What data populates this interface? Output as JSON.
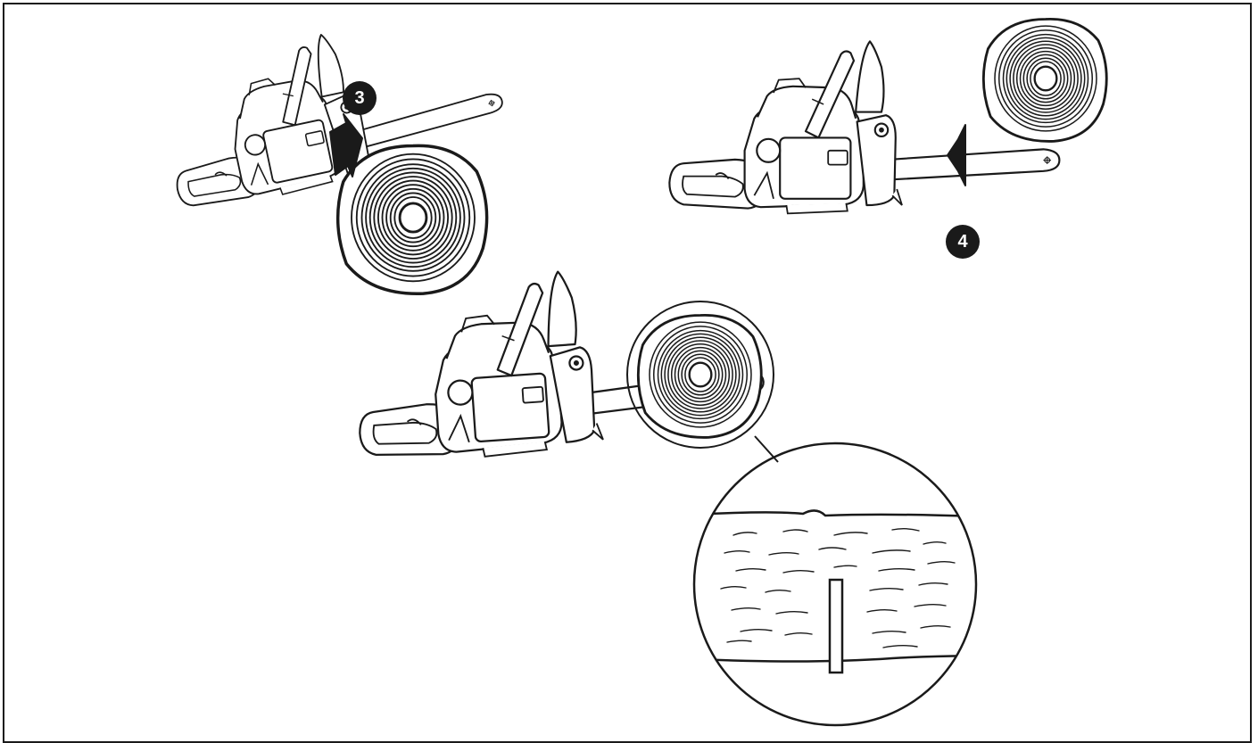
{
  "steps": [
    {
      "number": "3"
    },
    {
      "number": "4"
    }
  ],
  "colors": {
    "ink": "#1a1a1a",
    "paper": "#ffffff"
  },
  "icons": [
    "chainsaw",
    "log-cross-section",
    "push-arrow",
    "magnifier-detail"
  ]
}
